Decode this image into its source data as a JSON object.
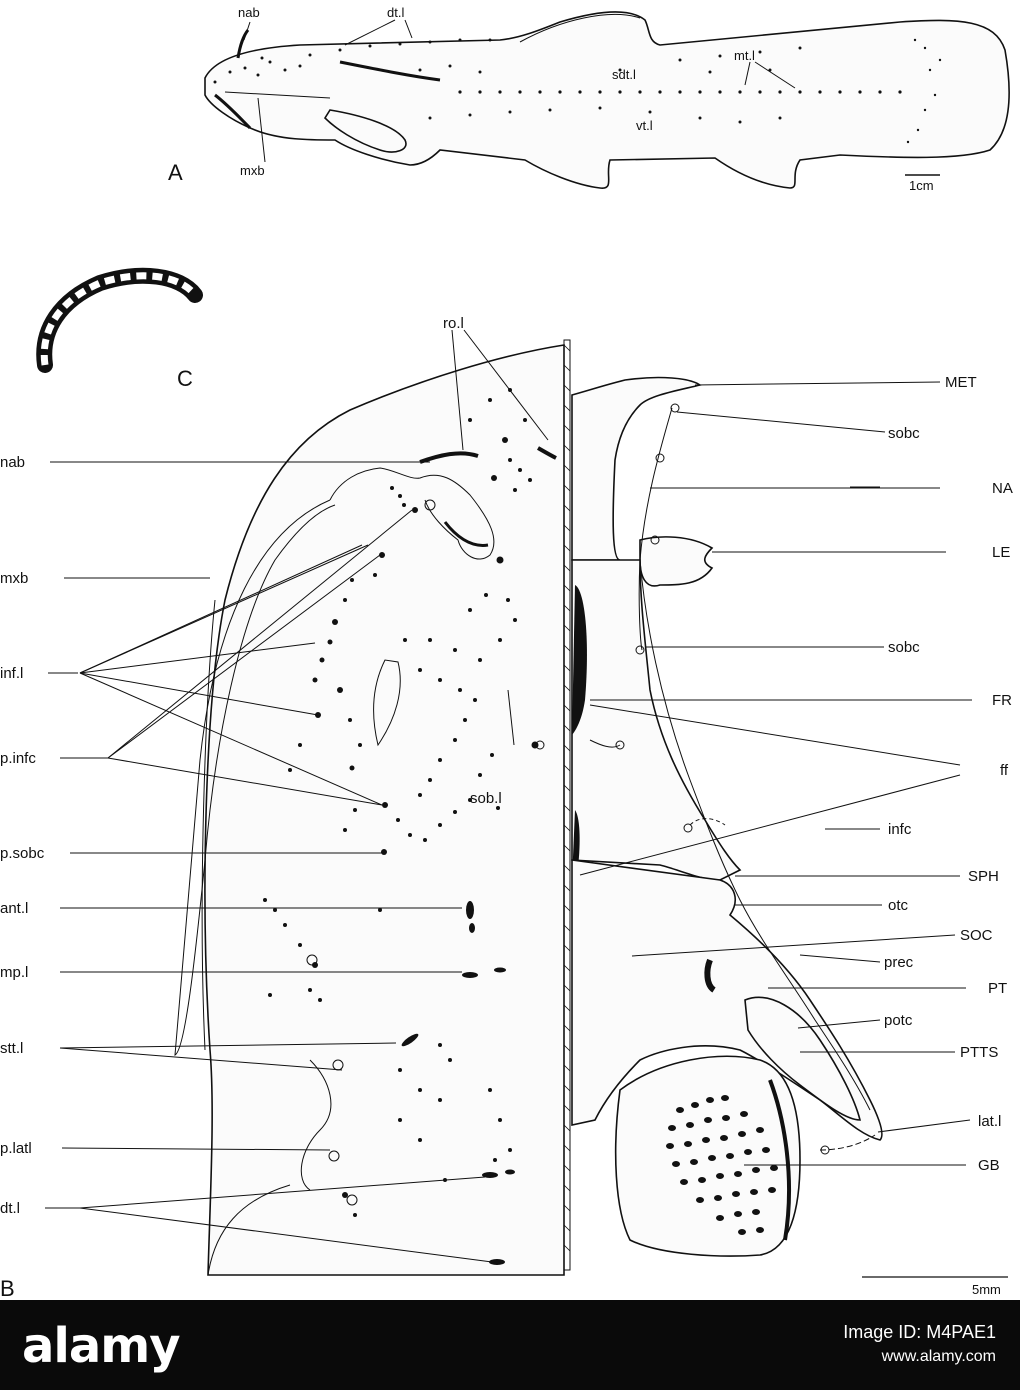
{
  "figure": {
    "panels": {
      "a": "A",
      "b": "B",
      "c": "C"
    },
    "scale_bars": {
      "a": "1cm",
      "b": "5mm"
    },
    "panel_a_labels": {
      "nab": "nab",
      "dtl": "dt.l",
      "mtl": "mt.l",
      "sdtl": "sdt.l",
      "vtl": "vt.l",
      "mxb": "mxb"
    },
    "panel_b_left_labels": {
      "rol": "ro.l",
      "nab": "nab",
      "mxb": "mxb",
      "infl": "inf.l",
      "pinfc": "p.infc",
      "sobl": "sob.l",
      "psobc": "p.sobc",
      "antl": "ant.l",
      "mpl": "mp.l",
      "sttl": "stt.l",
      "platl": "p.latl",
      "dtl": "dt.l"
    },
    "panel_b_right_labels": {
      "met": "MET",
      "sobc1": "sobc",
      "na": "NA",
      "le": "LE",
      "sobc2": "sobc",
      "fr": "FR",
      "ff": "ff",
      "infc": "infc",
      "sph": "SPH",
      "otc": "otc",
      "soc": "SOC",
      "prec": "prec",
      "pt": "PT",
      "potc": "potc",
      "ptts": "PTTS",
      "latl": "lat.l",
      "gb": "GB"
    }
  },
  "watermark": {
    "logo": "alamy",
    "image_id": "Image ID: M4PAE1",
    "url": "www.alamy.com"
  }
}
